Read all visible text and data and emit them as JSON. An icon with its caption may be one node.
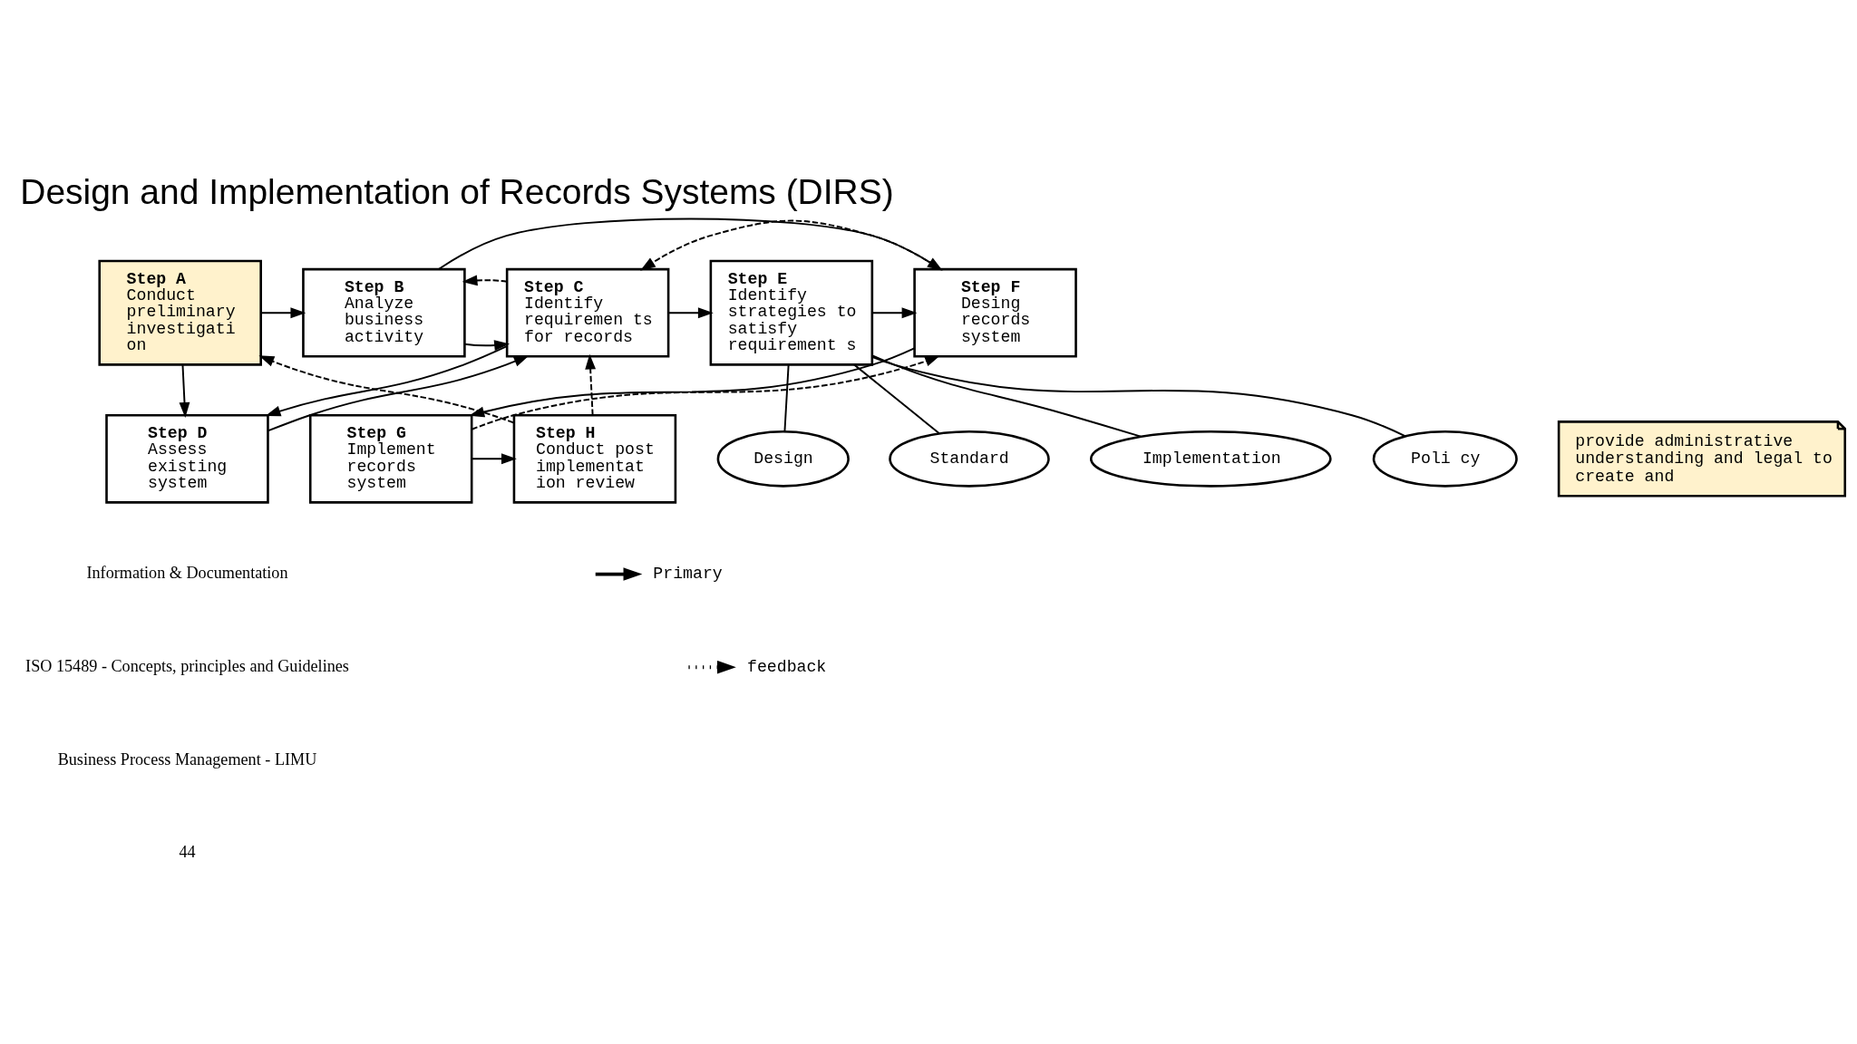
{
  "diagram": {
    "title": "Design and Implementation of Records Systems (DIRS)",
    "nodes": [
      {
        "text": [
          "Step A",
          "Conduct preliminary investigati on"
        ]
      },
      {
        "text": [
          "Step B",
          "Analyze business activity"
        ]
      },
      {
        "text": [
          "Step C",
          "Identify requiremen ts for records"
        ]
      },
      {
        "text": [
          "Step E",
          "Identify strategies to satisfy requirement s"
        ]
      },
      {
        "text": [
          "Step F",
          "Desing records system"
        ]
      },
      {
        "text": [
          "provide administrative understanding and legal to create and"
        ]
      },
      {
        "text": [
          "Poli cy"
        ]
      },
      {
        "text": [
          "Design"
        ]
      },
      {
        "text": [
          "Standard"
        ]
      },
      {
        "text": [
          "Implementation"
        ]
      },
      {
        "text": [
          "Step D",
          "Assess existing system"
        ]
      },
      {
        "text": [
          "Step H",
          "Conduct post implementat ion review"
        ]
      },
      {
        "text": [
          "Step G",
          "Implement records system"
        ]
      }
    ],
    "edges": [
      {
        "from": 0,
        "to": 1,
        "arrow": "to"
      },
      {
        "from": 1,
        "to": 2,
        "arrow": "to"
      },
      {
        "from": 2,
        "to": 1,
        "arrow": "to",
        "style": "dashed"
      },
      {
        "from": 2,
        "to": 3,
        "arrow": "to"
      },
      {
        "from": 3,
        "to": 4,
        "arrow": "to"
      },
      {
        "from": 1,
        "to": 4,
        "arrow": "to"
      },
      {
        "from": 0,
        "to": 10,
        "arrow": "to"
      },
      {
        "from": 10,
        "to": 2,
        "arrow": "to"
      },
      {
        "from": 2,
        "to": 10,
        "arrow": "to"
      },
      {
        "from": 4,
        "to": 12,
        "arrow": "to"
      },
      {
        "from": 12,
        "to": 11,
        "arrow": "to"
      },
      {
        "from": 11,
        "to": 2,
        "arrow": "to",
        "style": "dashed"
      },
      {
        "from": 4,
        "to": 2,
        "arrow": "to",
        "style": "dashed"
      },
      {
        "from": 12,
        "to": 4,
        "arrow": "to",
        "style": "dashed"
      },
      {
        "from": 11,
        "to": 0,
        "arrow": "to",
        "style": "dashed"
      },
      {
        "from": 3,
        "to": 6,
        "arrow": "none"
      },
      {
        "from": 3,
        "to": 8,
        "arrow": "none"
      },
      {
        "from": 3,
        "to": 9,
        "arrow": "none"
      },
      {
        "from": 3,
        "to": 7,
        "arrow": "none"
      }
    ],
    "labels": [
      "Information & Documentation",
      "ISO 15489 - Concepts, principles and Guidelines",
      "Business Process Management - LIMU",
      "44"
    ],
    "legend": [
      {
        "text": "Primary"
      },
      {
        "text": "feedback"
      }
    ]
  }
}
